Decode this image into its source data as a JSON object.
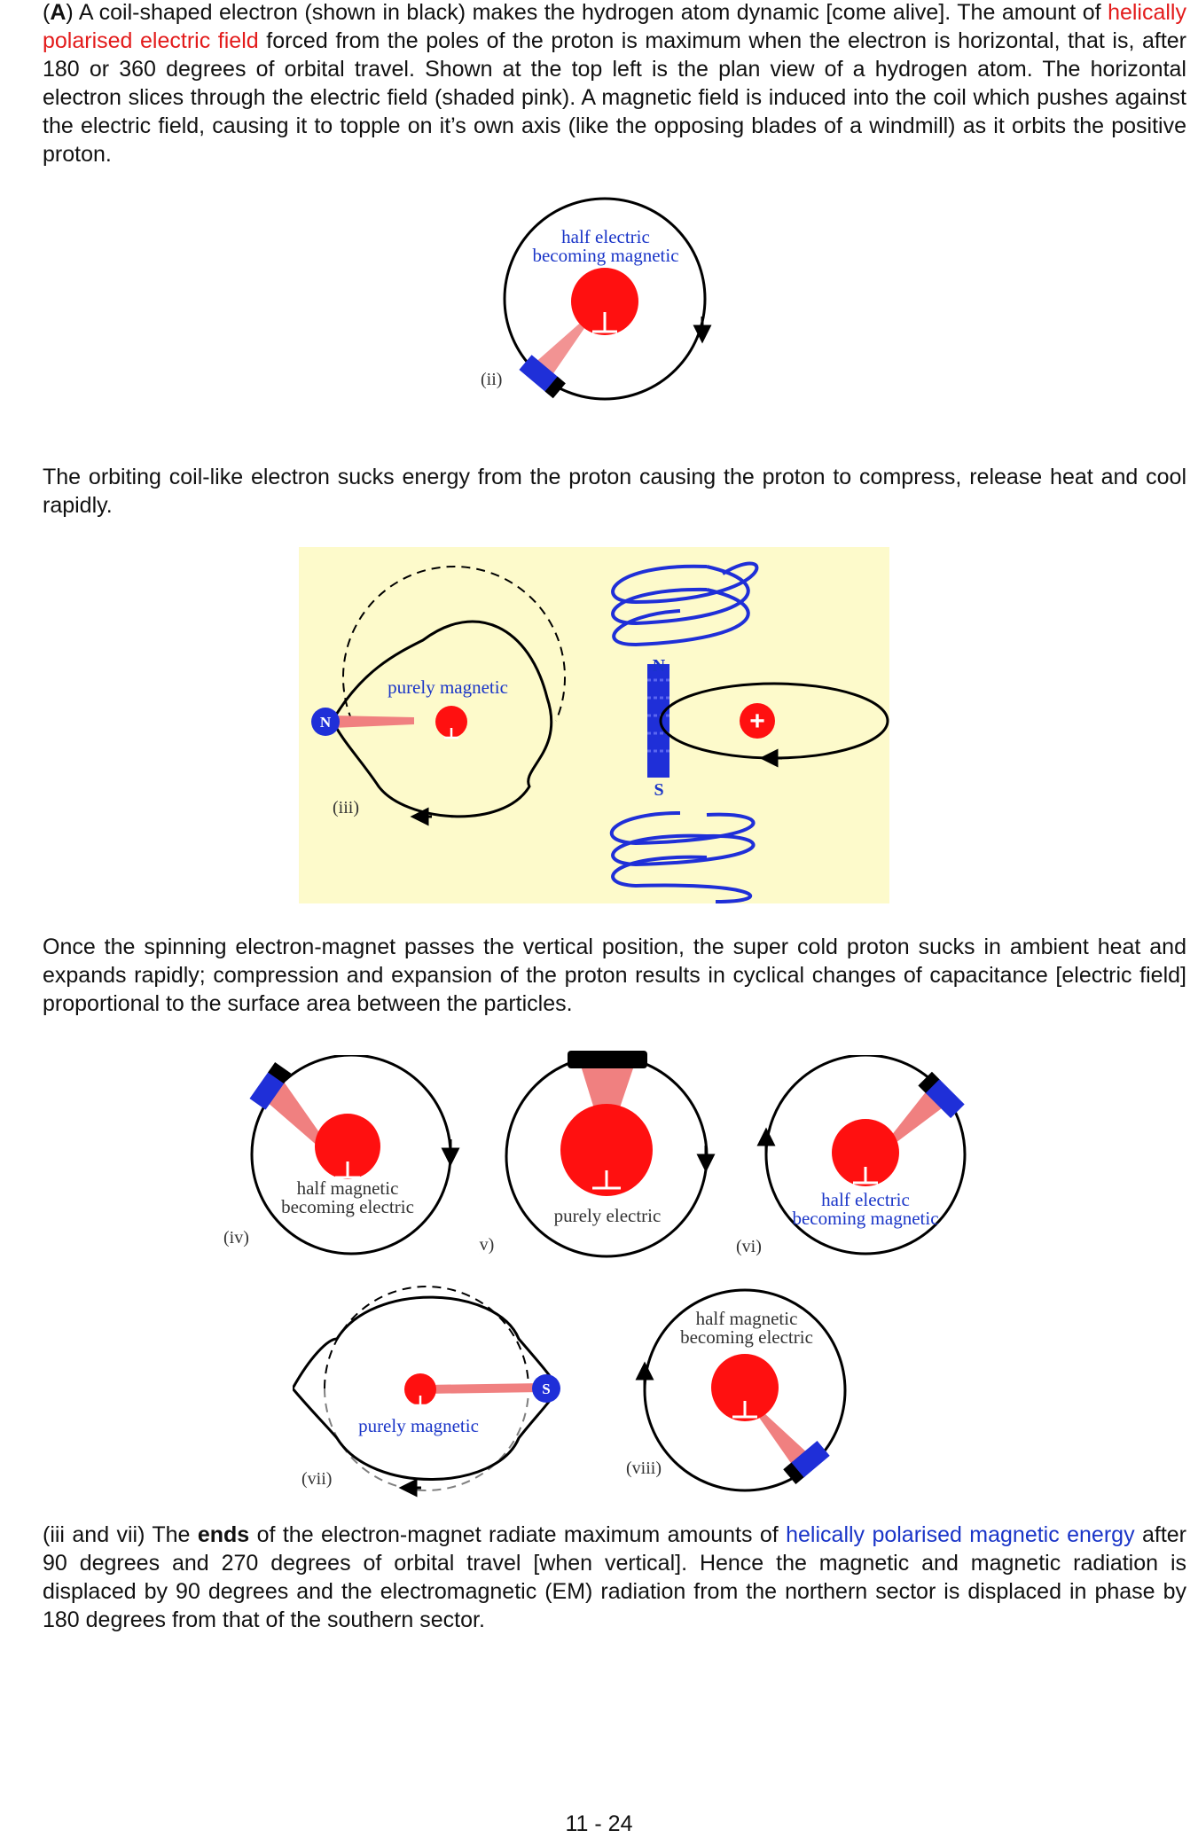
{
  "para1": {
    "lead_bracket_open": "(",
    "lead_label": "A",
    "lead_bracket_close": ")",
    "text_a": " A coil-shaped electron (shown in black) makes the hydrogen atom dynamic [come alive].  The amount of ",
    "red_phrase": "helically polarised electric field",
    "text_b": " forced from the poles of the proton is maximum when the electron is horizontal, that is, after 180 or 360 degrees of orbital travel.  Shown at the top left is the plan view of a hydrogen atom.  The horizontal electron slices through the electric field (shaded pink).  A magnetic field is induced into the coil which pushes against the electric field, causing it to topple on it’s own axis (like the opposing blades of a windmill) as it orbits the positive proton."
  },
  "para2": "The orbiting coil-like electron sucks energy from the proton causing the proton to compress, release heat and cool rapidly.",
  "para3": "Once the spinning electron-magnet passes the vertical position, the super cold proton sucks in ambient heat and expands rapidly; compression and expansion of the proton results in cyclical changes of capacitance [electric field] proportional to the surface area between the particles.",
  "para4": {
    "text_a": "(iii and vii) The ",
    "bold": "ends",
    "text_b": " of the electron-magnet radiate maximum amounts of ",
    "blue_phrase": "helically polarised magnetic energy",
    "text_c": " after 90 degrees and 270 degrees of orbital travel [when vertical].  Hence the magnetic and magnetic radiation is displaced by 90 degrees and the electromagnetic (EM) radiation from the northern sector is displaced in phase by 180 degrees from that of the southern sector."
  },
  "figures": {
    "ii": {
      "label": "(ii)",
      "line1": "half electric",
      "line2": "becoming magnetic"
    },
    "iii": {
      "label": "(iii)",
      "caption": "purely magnetic",
      "pole": "N"
    },
    "magnet": {
      "north": "N",
      "south": "S",
      "proton_sign": "+"
    },
    "iv": {
      "label": "(iv)",
      "line1": "half magnetic",
      "line2": "becoming electric"
    },
    "v": {
      "label": "(v)",
      "caption": "purely  electric"
    },
    "vi": {
      "label": "(vi)",
      "line1": "half electric",
      "line2": "becoming magnetic"
    },
    "vii": {
      "label": "(vii)",
      "caption": "purely magnetic",
      "pole": "S"
    },
    "viii": {
      "label": "(viii)",
      "line1": "half magnetic",
      "line2": "becoming electric"
    }
  },
  "colors": {
    "proton": "#ff1010",
    "field": "#f08080",
    "electron_blue": "#1f2fd8",
    "panel_bg": "#fdfacb",
    "text_blue": "#1a35c8",
    "text_red": "#e31b1b"
  },
  "footer": "11 - 24"
}
